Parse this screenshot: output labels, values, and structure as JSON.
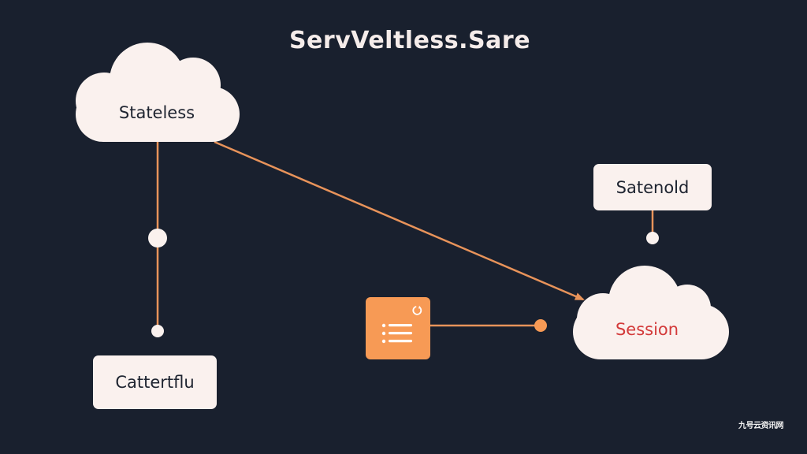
{
  "title": "ServVeltless.Sare",
  "nodes": {
    "stateless": "Stateless",
    "session": "Session",
    "satenold": "Satenold",
    "cattertflu": "Cattertflu"
  },
  "icons": {
    "list_tile": "list-icon",
    "refresh": "refresh-icon"
  },
  "watermark": "九号云资讯网",
  "colors": {
    "background": "#19202e",
    "node_fill": "#faf1ee",
    "connector": "#e8935a",
    "accent_orange": "#f79a55",
    "session_text": "#d33a3a"
  }
}
